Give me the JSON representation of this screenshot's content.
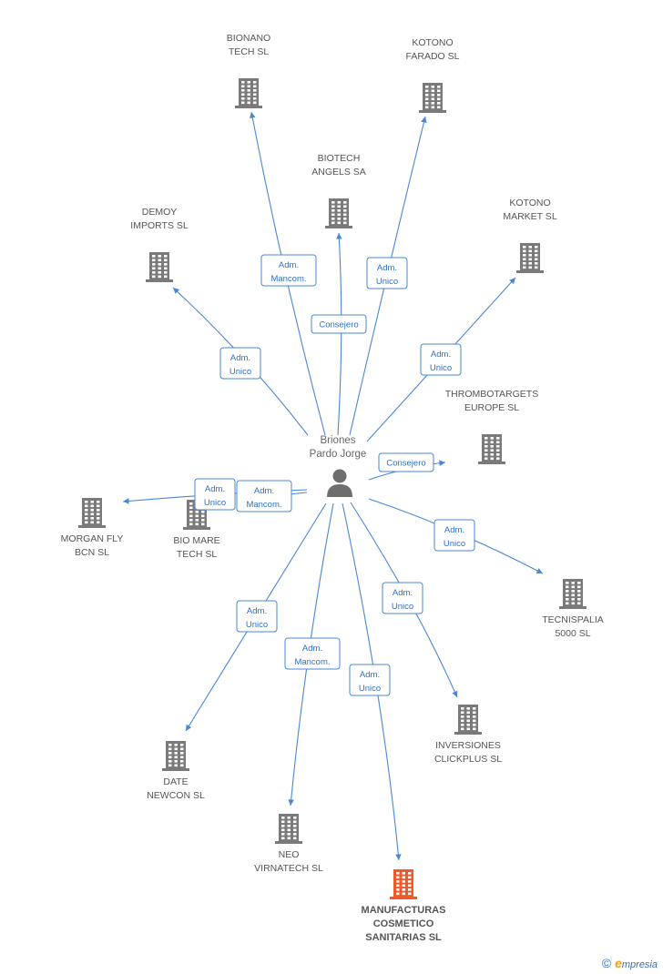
{
  "person": {
    "name_line1": "Briones",
    "name_line2": "Pardo Jorge"
  },
  "colors": {
    "building": "#7a7a7a",
    "building_highlight": "#f05a28",
    "edge": "#4a87d6"
  },
  "nodes": [
    {
      "id": "bionano",
      "line1": "BIONANO",
      "line2": "TECH SL"
    },
    {
      "id": "kotono-farado",
      "line1": "KOTONO",
      "line2": "FARADO SL"
    },
    {
      "id": "biotech-angels",
      "line1": "BIOTECH",
      "line2": "ANGELS SA"
    },
    {
      "id": "demoy",
      "line1": "DEMOY",
      "line2": "IMPORTS SL"
    },
    {
      "id": "kotono-market",
      "line1": "KOTONO",
      "line2": "MARKET SL"
    },
    {
      "id": "thrombotargets",
      "line1": "THROMBOTARGETS",
      "line2": "EUROPE SL"
    },
    {
      "id": "morgan-fly",
      "line1": "MORGAN FLY",
      "line2": "BCN SL"
    },
    {
      "id": "bio-mare",
      "line1": "BIO MARE",
      "line2": "TECH SL"
    },
    {
      "id": "tecnispalia",
      "line1": "TECNISPALIA",
      "line2": "5000 SL"
    },
    {
      "id": "inversiones",
      "line1": "INVERSIONES",
      "line2": "CLICKPLUS SL"
    },
    {
      "id": "date-newcon",
      "line1": "DATE",
      "line2": "NEWCON SL"
    },
    {
      "id": "neo-virnatech",
      "line1": "NEO",
      "line2": "VIRNATECH SL"
    },
    {
      "id": "manufacturas",
      "line1": "MANUFACTURAS",
      "line2": "COSMETICO",
      "line3": "SANITARIAS SL",
      "highlight": true
    }
  ],
  "edges": [
    {
      "to": "bionano",
      "line1": "Adm.",
      "line2": "Mancom."
    },
    {
      "to": "kotono-farado",
      "line1": "Adm.",
      "line2": "Unico"
    },
    {
      "to": "biotech-angels",
      "line1": "Consejero",
      "line2": ""
    },
    {
      "to": "demoy",
      "line1": "Adm.",
      "line2": "Unico"
    },
    {
      "to": "kotono-market",
      "line1": "Adm.",
      "line2": "Unico"
    },
    {
      "to": "thrombotargets",
      "line1": "Consejero",
      "line2": ""
    },
    {
      "to": "morgan-fly",
      "line1": "Adm.",
      "line2": "Unico"
    },
    {
      "to": "bio-mare",
      "line1": "Adm.",
      "line2": "Mancom."
    },
    {
      "to": "tecnispalia",
      "line1": "Adm.",
      "line2": "Unico"
    },
    {
      "to": "inversiones",
      "line1": "Adm.",
      "line2": "Unico"
    },
    {
      "to": "date-newcon",
      "line1": "Adm.",
      "line2": "Unico"
    },
    {
      "to": "neo-virnatech",
      "line1": "Adm.",
      "line2": "Mancom."
    },
    {
      "to": "manufacturas",
      "line1": "Adm.",
      "line2": "Unico"
    }
  ],
  "footer": {
    "copyright": "©",
    "brand_initial": "e",
    "brand_rest": "mpresia"
  }
}
